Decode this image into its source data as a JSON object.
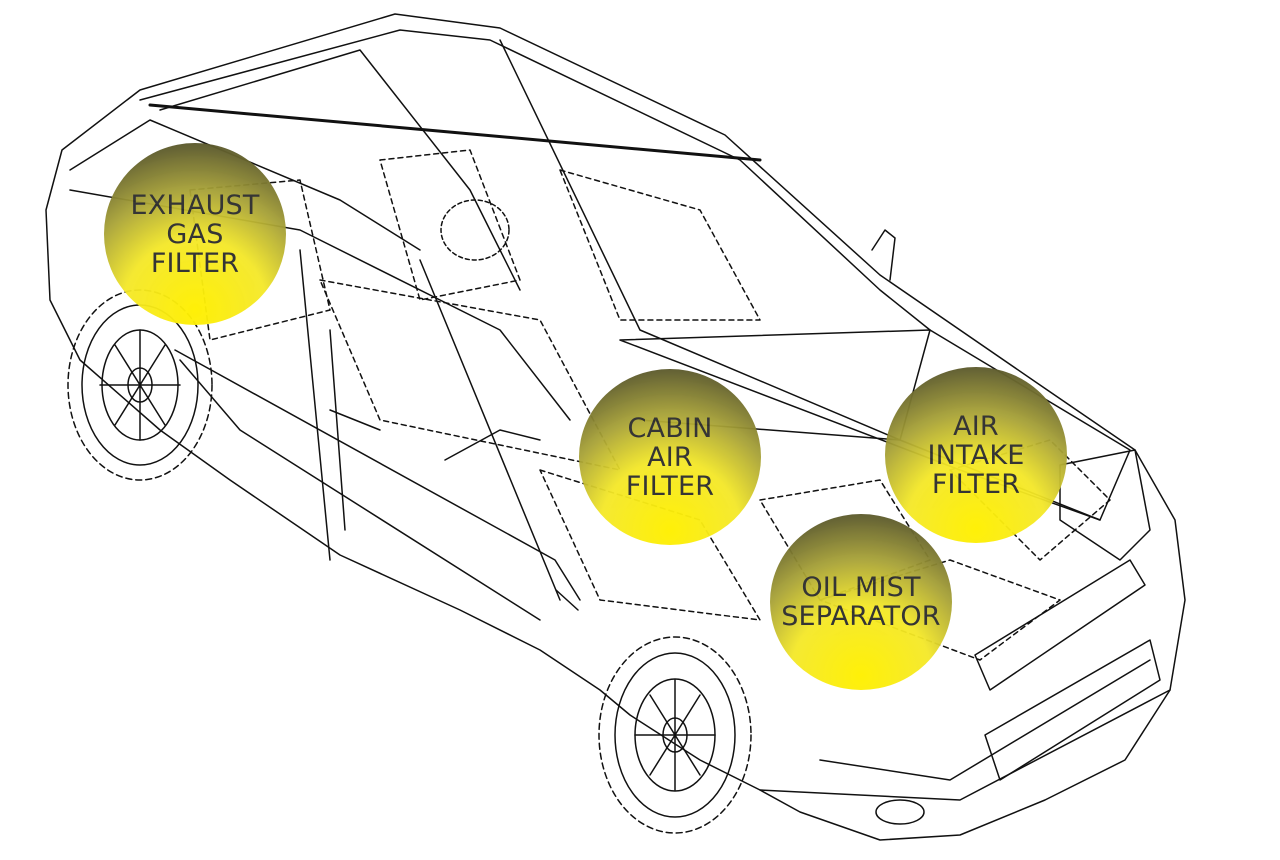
{
  "diagram": {
    "callouts": {
      "exhaust_gas_filter": {
        "lines": [
          "EXHAUST",
          "GAS",
          "FILTER"
        ]
      },
      "cabin_air_filter": {
        "lines": [
          "CABIN",
          "AIR",
          "FILTER"
        ]
      },
      "air_intake_filter": {
        "lines": [
          "AIR",
          "INTAKE",
          "FILTER"
        ]
      },
      "oil_mist_separator": {
        "lines": [
          "OIL MIST",
          "SEPARATOR"
        ]
      }
    },
    "colors": {
      "callout_yellow": "#f3e600",
      "callout_dark": "#333328",
      "line_art": "#111111",
      "background": "#ffffff"
    }
  }
}
